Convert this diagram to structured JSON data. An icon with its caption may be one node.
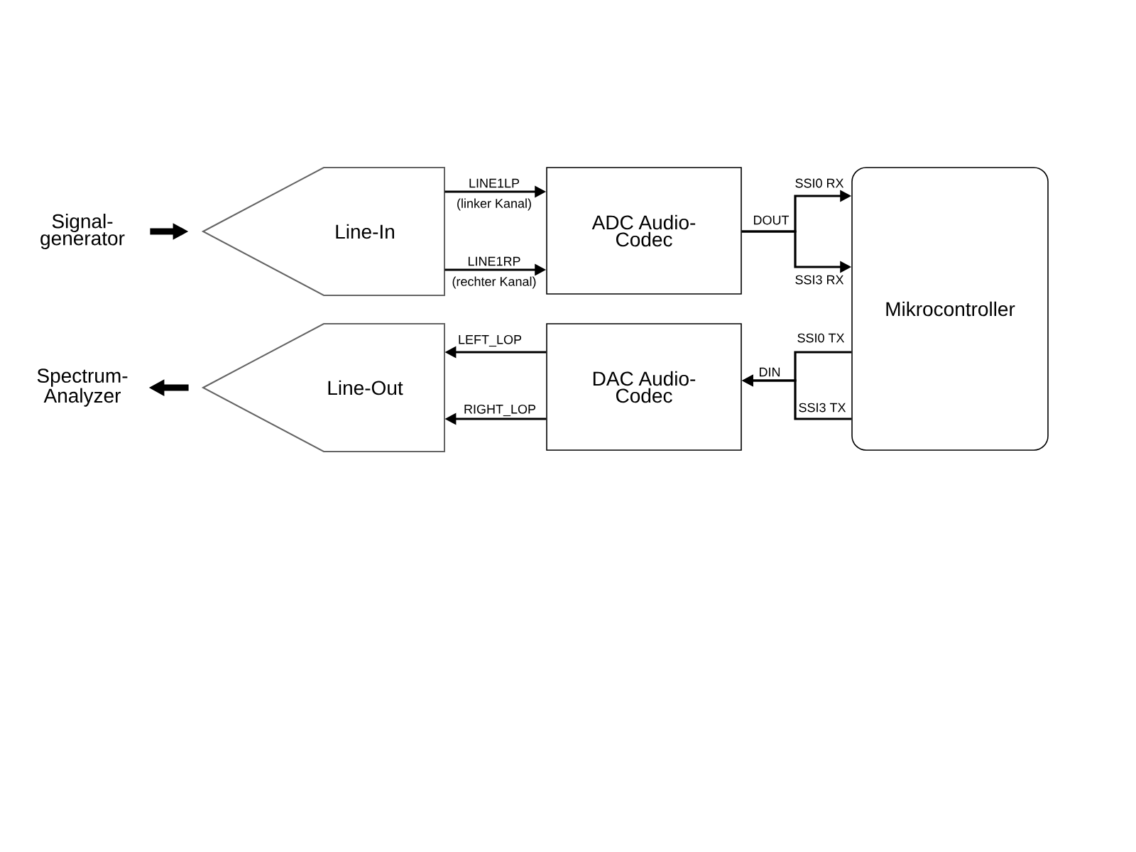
{
  "diagram": {
    "nodes": [
      {
        "text": [
          "Signal- generator"
        ]
      },
      {
        "text": [
          "Line-In"
        ]
      },
      {
        "text": [
          "ADC Audio-Codec"
        ]
      },
      {
        "text": [
          "Mikrocontroller"
        ]
      },
      {
        "text": [
          "Spectrum- Analyzer"
        ]
      },
      {
        "text": [
          "Line-Out"
        ]
      },
      {
        "text": [
          "DAC Audio-Codec"
        ]
      }
    ],
    "edges": [
      {
        "from": 0,
        "to": 1,
        "arrow": "to",
        "style": "thick"
      },
      {
        "from": 1,
        "to": 2,
        "arrow": "to",
        "label": "LINE1LP"
      },
      {
        "from": 1,
        "to": 2,
        "arrow": "to",
        "label": "LINE1RP"
      },
      {
        "from": 2,
        "to": 3,
        "arrow": "to",
        "label": "SSI0 RX"
      },
      {
        "from": 2,
        "to": 3,
        "arrow": "to",
        "label": "SSI3 RX"
      },
      {
        "from": 3,
        "to": 6,
        "arrow": "to",
        "label": "SSI0 TX"
      },
      {
        "from": 3,
        "to": 6,
        "arrow": "to",
        "label": "SSI3 TX"
      },
      {
        "from": 6,
        "to": 5,
        "arrow": "to",
        "label": "LEFT_LOP"
      },
      {
        "from": 6,
        "to": 5,
        "arrow": "to",
        "label": "RIGHT_LOP"
      },
      {
        "from": 5,
        "to": 4,
        "arrow": "to",
        "style": "thick"
      }
    ],
    "labels": [
      "(linker Kanal)",
      "(rechter Kanal)",
      "DOUT",
      "DIN"
    ]
  }
}
